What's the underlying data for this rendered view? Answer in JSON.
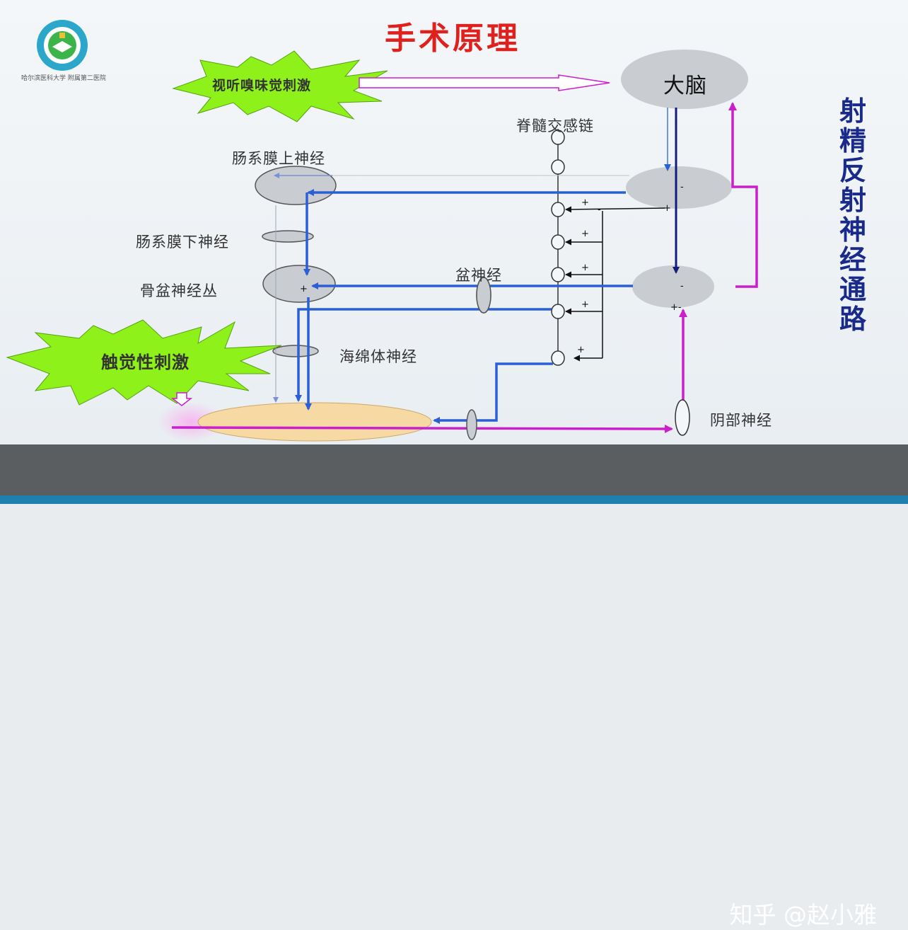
{
  "title": "手术原理",
  "vertical_title": "射精反射神经通路",
  "logo_caption": "哈尔滨医科大学 附属第二医院",
  "labels": {
    "stimulus_visual": "视听嗅味觉刺激",
    "stimulus_touch": "触觉性刺激",
    "brain": "大脑",
    "sympathetic_chain": "脊髓交感链",
    "superior_mesenteric": "肠系膜上神经",
    "inferior_mesenteric": "肠系膜下神经",
    "pelvic_plexus": "骨盆神经丛",
    "pelvic_nerve": "盆神经",
    "cavernous_nerve": "海绵体神经",
    "pudendal_nerve": "阴部神经"
  },
  "watermark": "知乎 @赵小雅",
  "colors": {
    "title": "#e0201c",
    "vertical_title": "#1a2a8a",
    "blue_path": "#2a5fd6",
    "navy_path": "#141d7a",
    "magenta_path": "#cc1fcc",
    "stimulus_fill": "#8ef21a",
    "node_fill": "#c9ccd0",
    "organ_fill": "#f7d9a4",
    "watermark_bar": "#5b5e60"
  }
}
